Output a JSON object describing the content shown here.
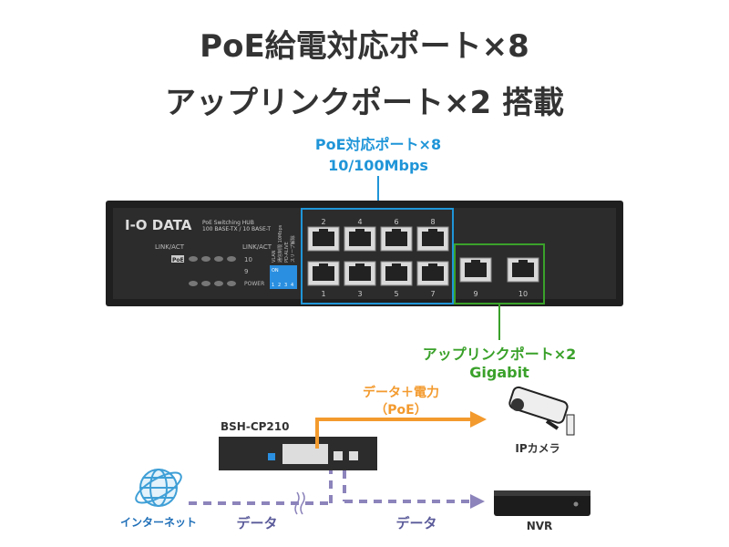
{
  "title": {
    "line1": "PoE給電対応ポート×8",
    "line2": "アップリンクポート×2 搭載"
  },
  "callouts": {
    "poe": {
      "line1": "PoE対応ポート×8",
      "line2": "10/100Mbps",
      "color": "#1f95d8"
    },
    "uplink": {
      "line1": "アップリンクポート×2",
      "line2": "Gigabit",
      "color": "#3aa12a"
    }
  },
  "switch": {
    "brand": "I-O DATA",
    "model_line1": "PoE Switching HUB",
    "model_line2": "100 BASE-TX / 10 BASE-T",
    "led_link_act": "LINK/ACT",
    "led_poe": "PoE",
    "led_link_act_right": "LINK/ACT",
    "led_10": "10",
    "led_9": "9",
    "led_power": "POWER",
    "dip_labels": [
      "VLAN",
      "通信制限 10Mbps",
      "PD-ALIVE",
      "スリープ解除"
    ],
    "dip_on": "ON",
    "dip_numbers": [
      "1",
      "2",
      "3",
      "4"
    ],
    "port_top": [
      "2",
      "4",
      "6",
      "8"
    ],
    "port_bottom": [
      "1",
      "3",
      "5",
      "7"
    ],
    "uplink_ports": [
      "9",
      "10"
    ]
  },
  "diagram": {
    "device_label": "BSH-CP210",
    "poe_flow_line1": "データ＋電力",
    "poe_flow_line2": "（PoE）",
    "camera_label": "IPカメラ",
    "internet_label": "インターネット",
    "data_left": "データ",
    "data_right": "データ",
    "nvr_label": "NVR",
    "poe_color": "#f39a2e",
    "data_color": "#8c84bb"
  }
}
